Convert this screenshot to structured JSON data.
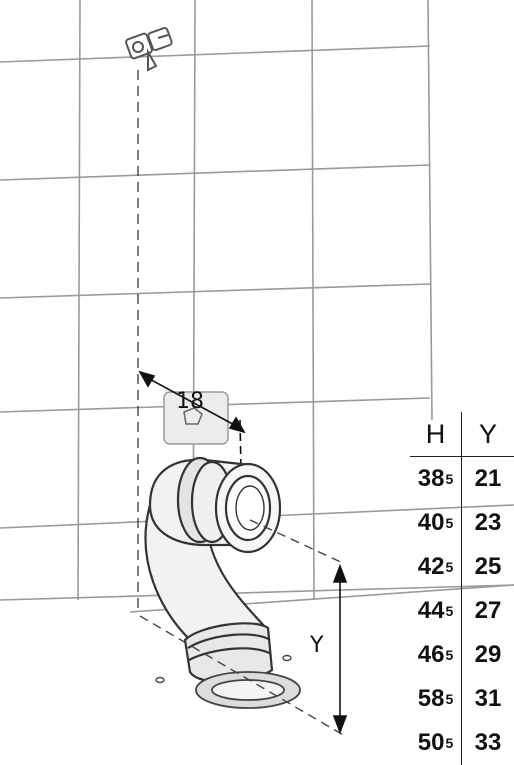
{
  "dimensions": {
    "offset_label": "18",
    "height_label": "Y"
  },
  "table": {
    "headers": [
      "H",
      "Y"
    ],
    "rows": [
      {
        "h_base": "38",
        "h_sup": "5",
        "y": "21"
      },
      {
        "h_base": "40",
        "h_sup": "5",
        "y": "23"
      },
      {
        "h_base": "42",
        "h_sup": "5",
        "y": "25"
      },
      {
        "h_base": "44",
        "h_sup": "5",
        "y": "27"
      },
      {
        "h_base": "46",
        "h_sup": "5",
        "y": "29"
      },
      {
        "h_base": "58",
        "h_sup": "5",
        "y": "31"
      },
      {
        "h_base": "50",
        "h_sup": "5",
        "y": "33"
      }
    ]
  }
}
